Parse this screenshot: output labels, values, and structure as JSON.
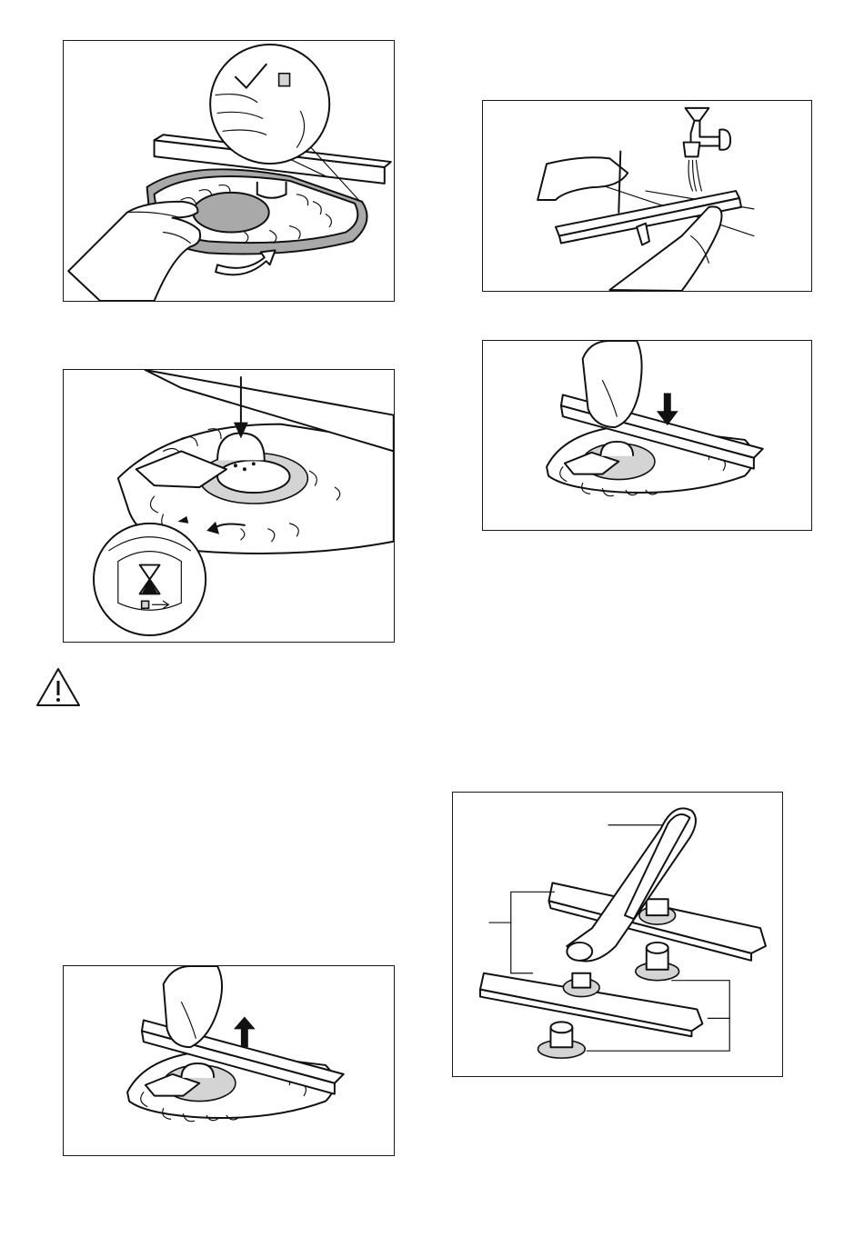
{
  "page": {
    "background": "#ffffff",
    "line_color": "#111111",
    "shade_color": "#a9a9a9"
  },
  "figures": [
    {
      "name": "remove-filter-and-spray-arm",
      "icons": [
        "check-icon",
        "rotate-arrow-icon",
        "hand-icon"
      ]
    },
    {
      "name": "insert-and-lock-filter",
      "icons": [
        "down-arrow-icon",
        "turn-arrow-icon",
        "lock-marker-icon"
      ]
    },
    {
      "name": "lift-off-spray-arm",
      "icons": [
        "up-arrow-icon",
        "hand-icon"
      ]
    },
    {
      "name": "clean-spray-arm-under-tap",
      "icons": [
        "tap-icon",
        "needle-icon",
        "hand-icon"
      ]
    },
    {
      "name": "press-spray-arm-into-place",
      "icons": [
        "down-arrow-icon",
        "hand-icon"
      ]
    },
    {
      "name": "spray-arm-parts",
      "icons": [
        "callout-lines"
      ]
    }
  ],
  "warning": {
    "icon": "warning-triangle-icon"
  }
}
